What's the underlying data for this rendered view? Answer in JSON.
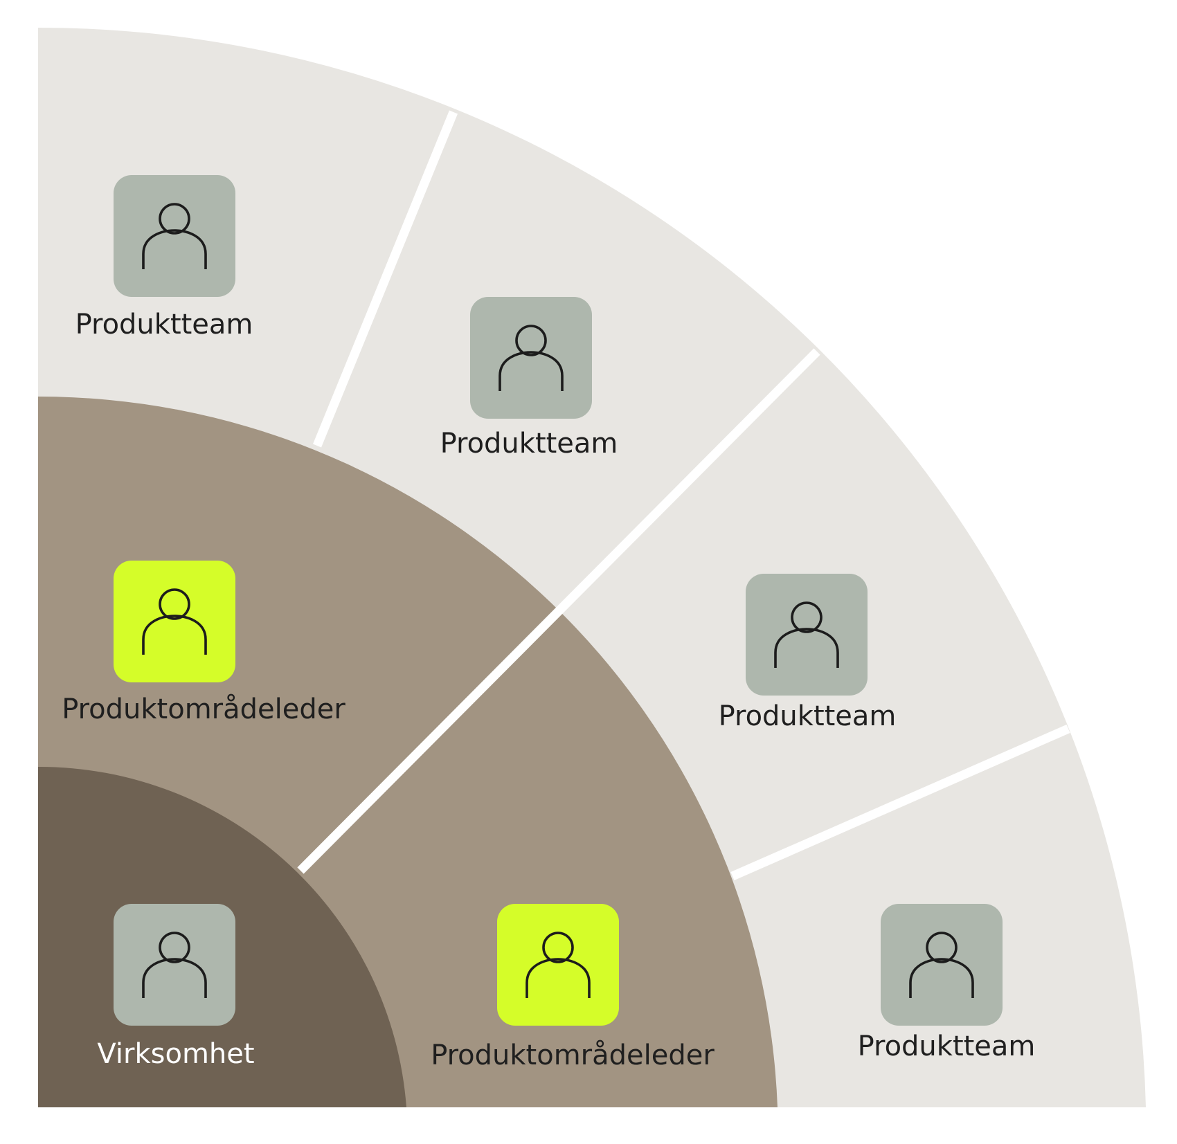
{
  "colors": {
    "background": "#ffffff",
    "core": "#6f6253",
    "middle_ring": "#a29482",
    "outer_ring": "#e8e6e2",
    "separator": "#ffffff",
    "tile_neutral": "#aeb7ad",
    "tile_highlight": "#d5fd29",
    "icon_stroke": "#1c1c1c",
    "label_dark": "#1f1f1f",
    "label_light": "#ffffff"
  },
  "nodes": {
    "core": {
      "label": "Virksomhet",
      "icon": "person-icon",
      "tile": "neutral"
    },
    "leaders": [
      {
        "label": "Produktområdeleder",
        "icon": "person-icon",
        "tile": "highlight"
      },
      {
        "label": "Produktområdeleder",
        "icon": "person-icon",
        "tile": "highlight"
      }
    ],
    "teams": [
      {
        "label": "Produktteam",
        "icon": "person-icon",
        "tile": "neutral"
      },
      {
        "label": "Produktteam",
        "icon": "person-icon",
        "tile": "neutral"
      },
      {
        "label": "Produktteam",
        "icon": "person-icon",
        "tile": "neutral"
      },
      {
        "label": "Produktteam",
        "icon": "person-icon",
        "tile": "neutral"
      }
    ]
  }
}
